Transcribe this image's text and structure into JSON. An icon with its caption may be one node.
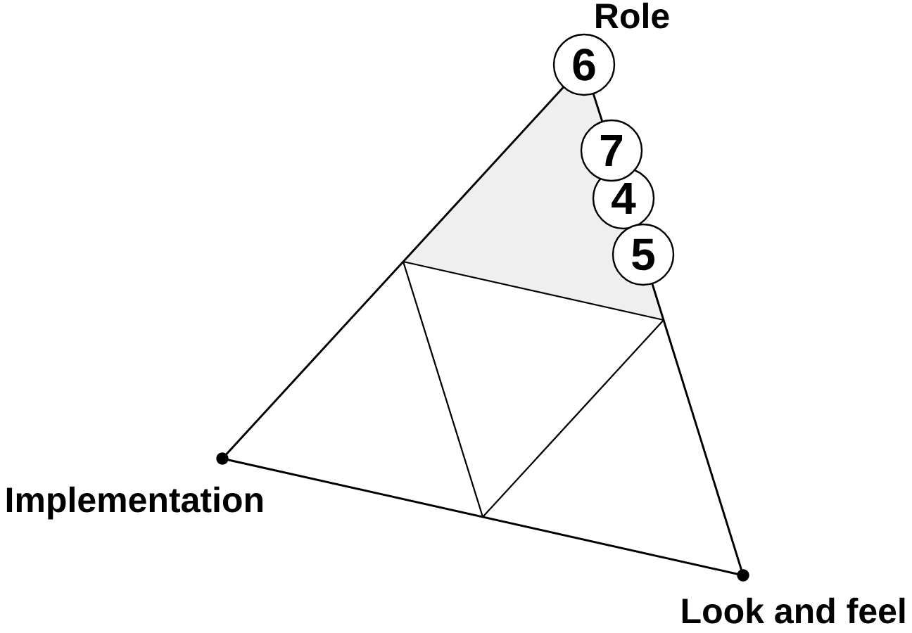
{
  "diagram": {
    "nodes": [
      {
        "text": [
          "6"
        ],
        "beside": [
          "Role"
        ]
      },
      {
        "text": [
          "7"
        ]
      },
      {
        "text": [
          "4"
        ]
      },
      {
        "text": [
          "5"
        ]
      },
      {
        "text": [],
        "shape": "circle",
        "beside": [
          "Implementation"
        ]
      },
      {
        "text": [],
        "shape": "circle",
        "beside": [
          "Look and feel"
        ]
      }
    ],
    "edges": [
      {
        "from": 0,
        "to": 4,
        "arrow": "none"
      },
      {
        "from": 4,
        "to": 5,
        "arrow": "none"
      },
      {
        "from": 0,
        "to": 1,
        "arrow": "none"
      },
      {
        "from": 3,
        "to": 5,
        "arrow": "none"
      }
    ]
  }
}
